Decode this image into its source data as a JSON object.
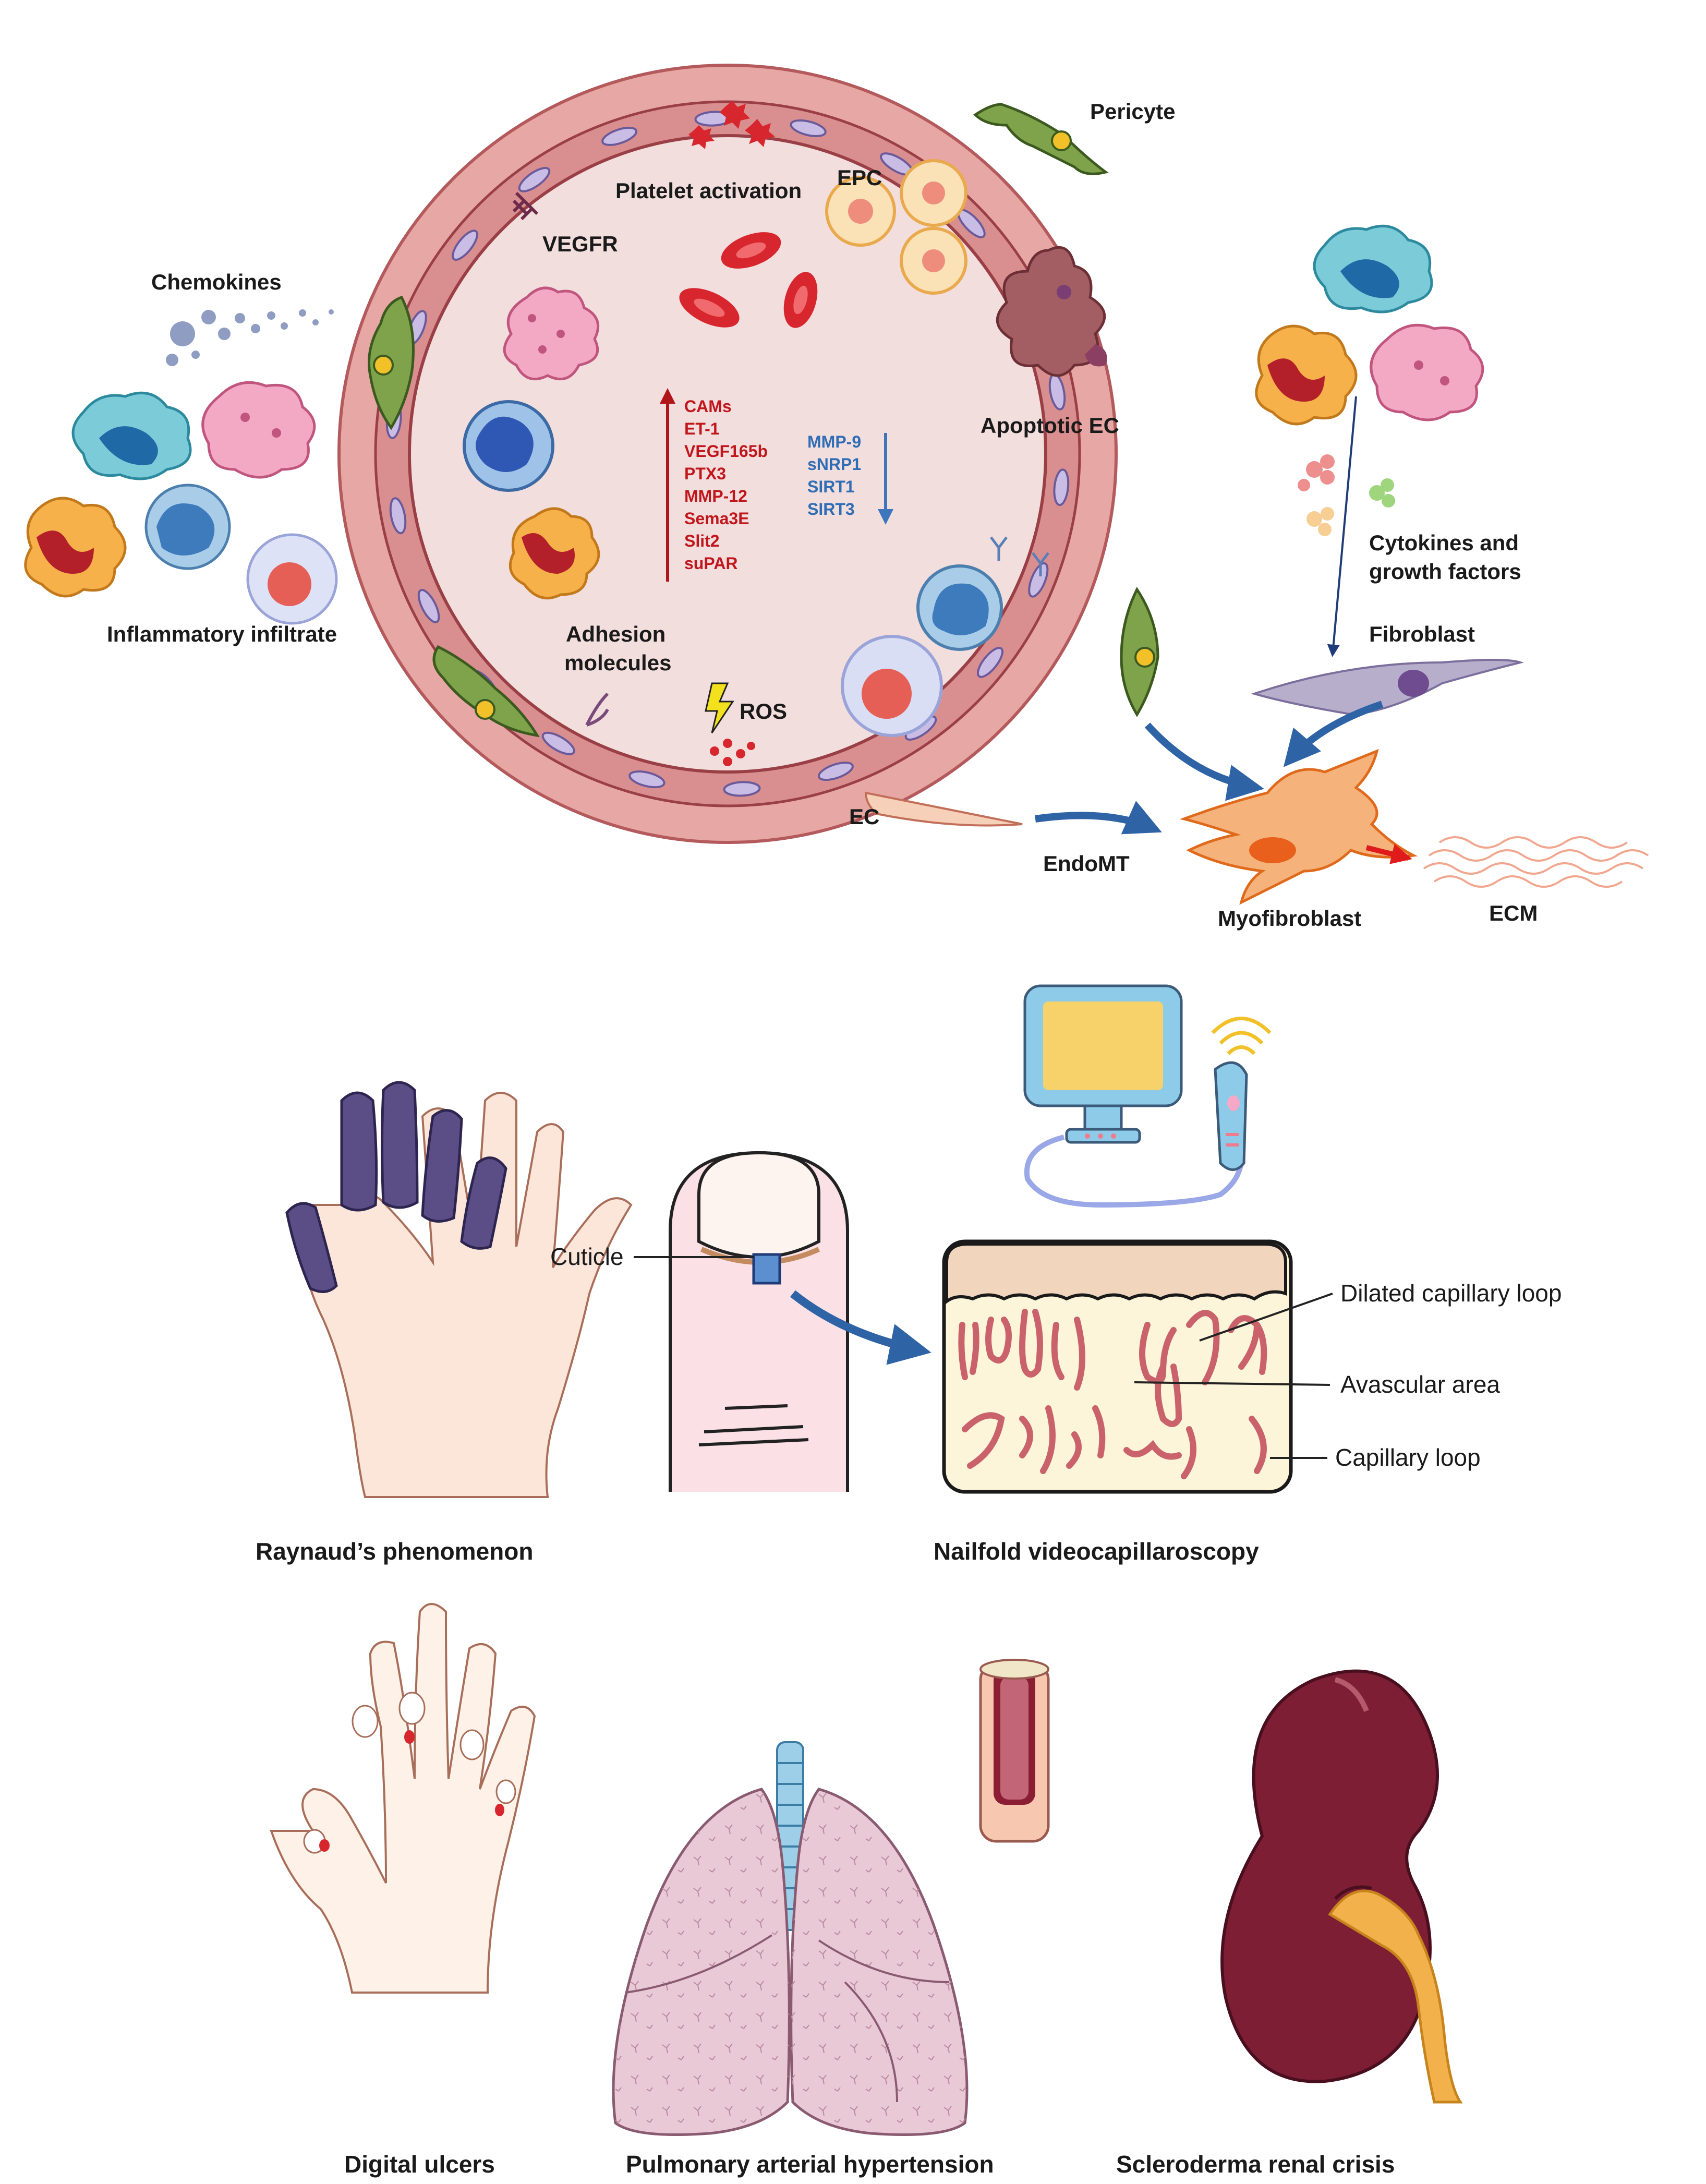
{
  "top_panel": {
    "pericyte": "Pericyte",
    "platelet_activation": "Platelet activation",
    "epc": "EPC",
    "vegfr": "VEGFR",
    "chemokines": "Chemokines",
    "inflammatory_infiltrate": "Inflammatory infiltrate",
    "apoptotic_ec": "Apoptotic EC",
    "cytokines_line1": "Cytokines and",
    "cytokines_line2": "growth factors",
    "fibroblast": "Fibroblast",
    "adhesion_line1": "Adhesion",
    "adhesion_line2": "molecules",
    "ros": "ROS",
    "ec": "EC",
    "endomt": "EndoMT",
    "myofibroblast": "Myofibroblast",
    "ecm": "ECM",
    "upregulated": [
      "CAMs",
      "ET-1",
      "VEGF165b",
      "PTX3",
      "MMP-12",
      "Sema3E",
      "Slit2",
      "suPAR"
    ],
    "downregulated": [
      "MMP-9",
      "sNRP1",
      "SIRT1",
      "SIRT3"
    ]
  },
  "middle_panel": {
    "cuticle": "Cuticle",
    "dilated_capillary_loop": "Dilated capillary loop",
    "avascular_area": "Avascular area",
    "capillary_loop": "Capillary loop",
    "raynaud": "Raynaud’s phenomenon",
    "nvc": "Nailfold videocapillaroscopy"
  },
  "bottom_panel": {
    "digital_ulcers": "Digital ulcers",
    "pah": "Pulmonary arterial hypertension",
    "renal_crisis": "Scleroderma renal crisis"
  },
  "colors": {
    "vessel_wall": "#e7a7a4",
    "lumen": "#f3dede",
    "upregulated": "#c0161c",
    "downregulated": "#2f6db5",
    "cyanotic_finger": "#5b4e86",
    "kidney": "#7d1e34",
    "lung": "#e9c9d6"
  }
}
